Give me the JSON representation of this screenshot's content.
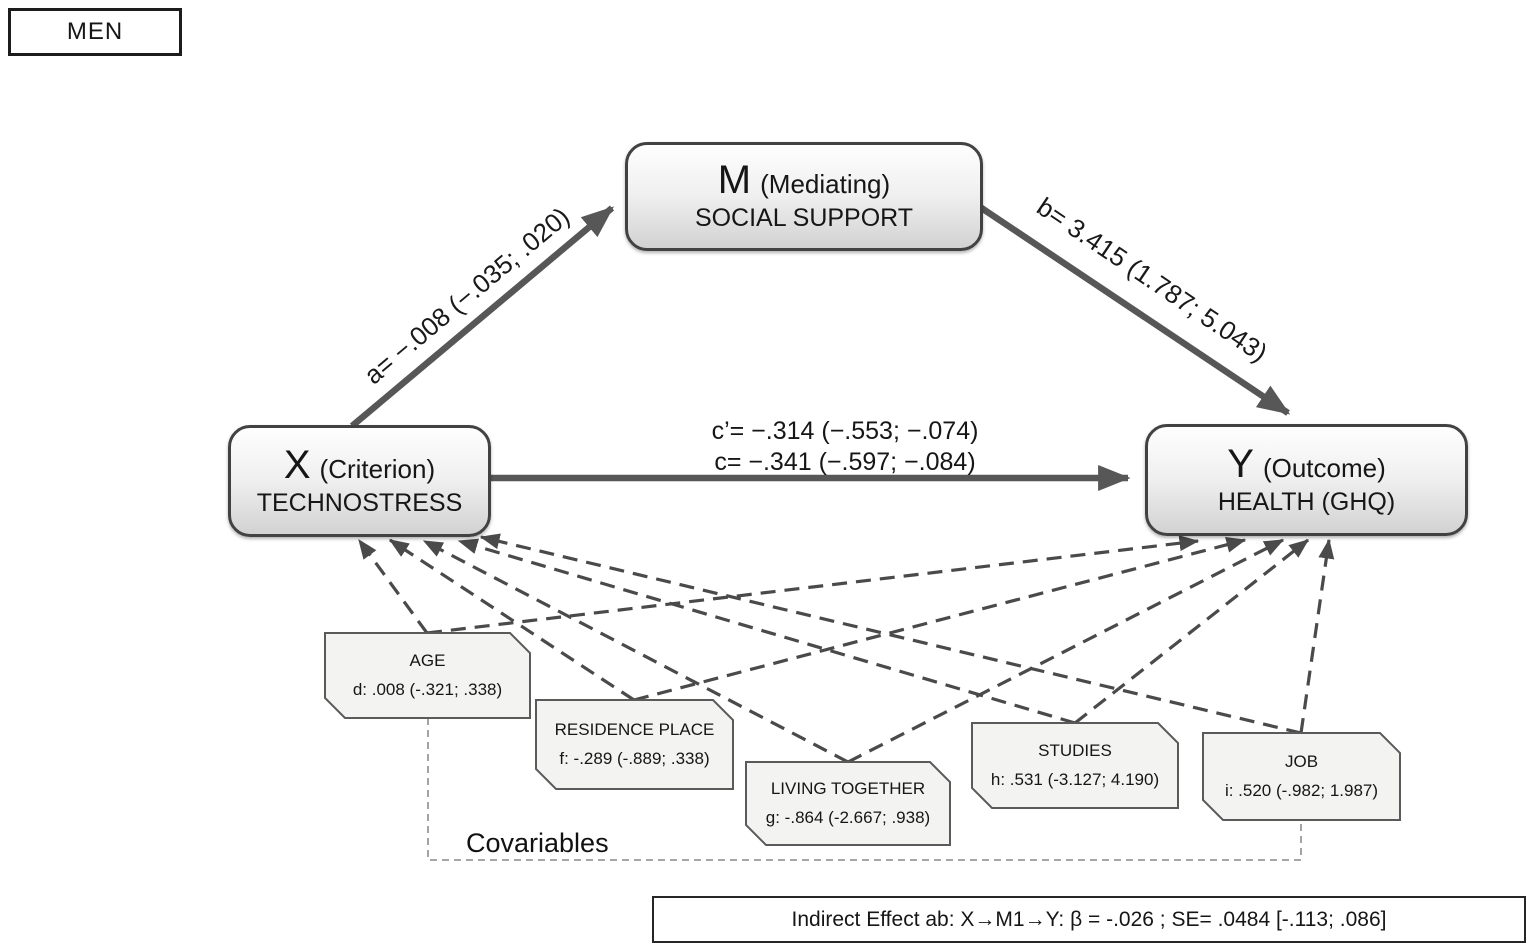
{
  "group_label": "MEN",
  "nodes": {
    "mediator": {
      "symbol": "M",
      "role": "(Mediating)",
      "name": "SOCIAL SUPPORT"
    },
    "criterion": {
      "symbol": "X",
      "role": "(Criterion)",
      "name": "TECHNOSTRESS"
    },
    "outcome": {
      "symbol": "Y",
      "role": "(Outcome)",
      "name": "HEALTH (GHQ)"
    }
  },
  "paths": {
    "a": "a= −.008 (−.035; .020)",
    "b": "b= 3.415 (1.787; 5.043)",
    "c_prime": "c’= −.314 (−.553; −.074)",
    "c": "c= −.341 (−.597; −.084)"
  },
  "covariables": {
    "label": "Covariables",
    "items": [
      {
        "name": "AGE",
        "effect": "d: .008 (-.321; .338)"
      },
      {
        "name": "RESIDENCE PLACE",
        "effect": "f: -.289 (-.889; .338)"
      },
      {
        "name": "LIVING TOGETHER",
        "effect": "g: -.864 (-2.667; .938)"
      },
      {
        "name": "STUDIES",
        "effect": "h: .531 (-3.127; 4.190)"
      },
      {
        "name": "JOB",
        "effect": "i: .520 (-.982; 1.987)"
      }
    ]
  },
  "indirect_effect": "Indirect Effect ab: X→M1→Y:  β = -.026 ;  SE= .0484 [-.113; .086]",
  "colors": {
    "solid_arrow": "#575757",
    "dashed_arrow": "#4a4a4a",
    "bracket": "#9a9a9a",
    "node_border": "#424242",
    "covariable_fill": "#f3f3f1"
  }
}
